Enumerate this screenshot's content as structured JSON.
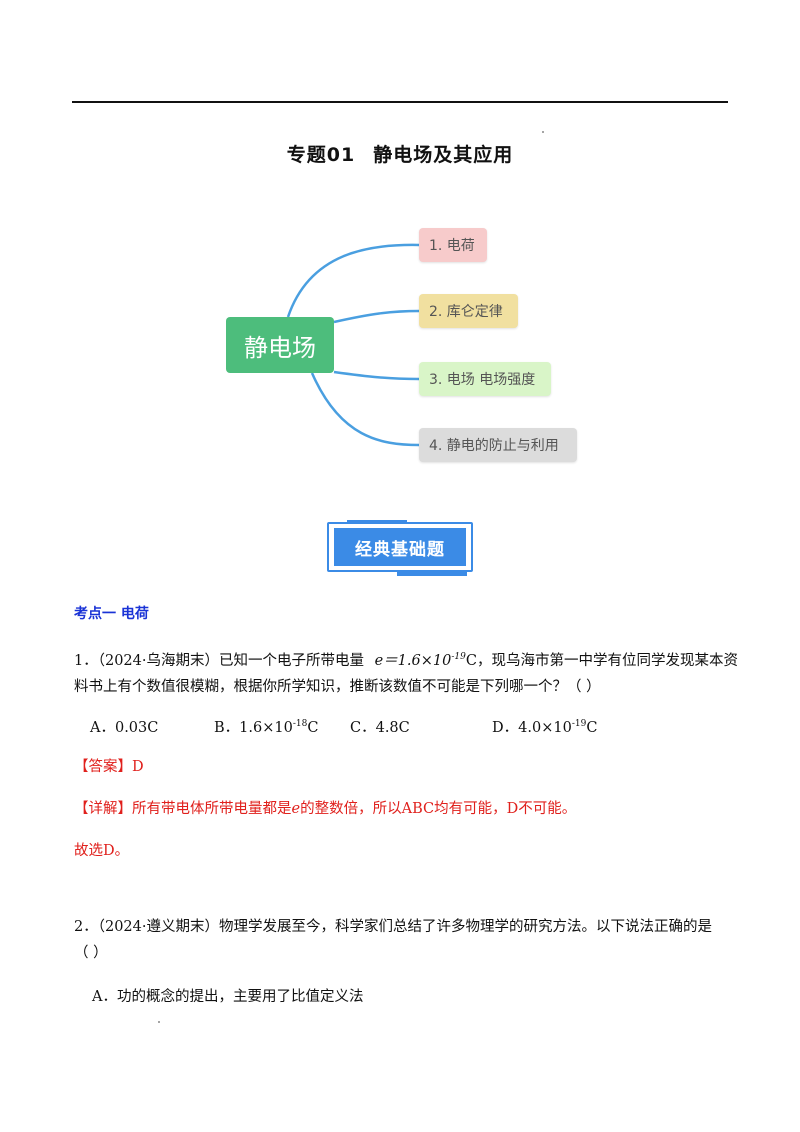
{
  "document": {
    "title_prefix": "专题01",
    "title_main": "静电场及其应用"
  },
  "mindmap": {
    "center": "静电场",
    "branches": [
      "1. 电荷",
      "2. 库仑定律",
      "3. 电场 电场强度",
      "4. 静电的防止与利用"
    ],
    "colors": {
      "center": "#4dbd7c",
      "line": "#4a9fe0"
    }
  },
  "badge": {
    "label": "经典基础题",
    "color": "#3b8be6"
  },
  "section1": {
    "label": "考点一  电荷"
  },
  "q1": {
    "line1_prefix": "1．（2024·乌海期末）已知一个电子所带电量",
    "e_expr": "e＝1.6×10",
    "e_exp": "-19",
    "unit_C": "C",
    "line1_suffix": "，现乌海市第一中学有位同学发现某本资",
    "line2": "料书上有个数值很模糊，根据你所学知识，推断该数值不可能是下列哪一个？（      ）",
    "optA": "A．0.03C",
    "optB_label": "B．",
    "optB_base": "1.6×10",
    "optB_exp": "-18",
    "optC": "C．4.8C",
    "optD_label": "D．",
    "optD_base": "4.0×10",
    "optD_exp": "-19",
    "answer": "【答案】D",
    "detail_prefix": "【详解】所有带电体所带电量都是",
    "detail_var": "e",
    "detail_suffix": "的整数倍，所以ABC均有可能，D不可能。",
    "conclusion": "故选D。"
  },
  "q2": {
    "line1": "2．（2024·遵义期末）物理学发展至今，科学家们总结了许多物理学的研究方法。以下说法正确的是",
    "line2": "（    ）",
    "optA": "A．功的概念的提出，主要用了比值定义法"
  }
}
